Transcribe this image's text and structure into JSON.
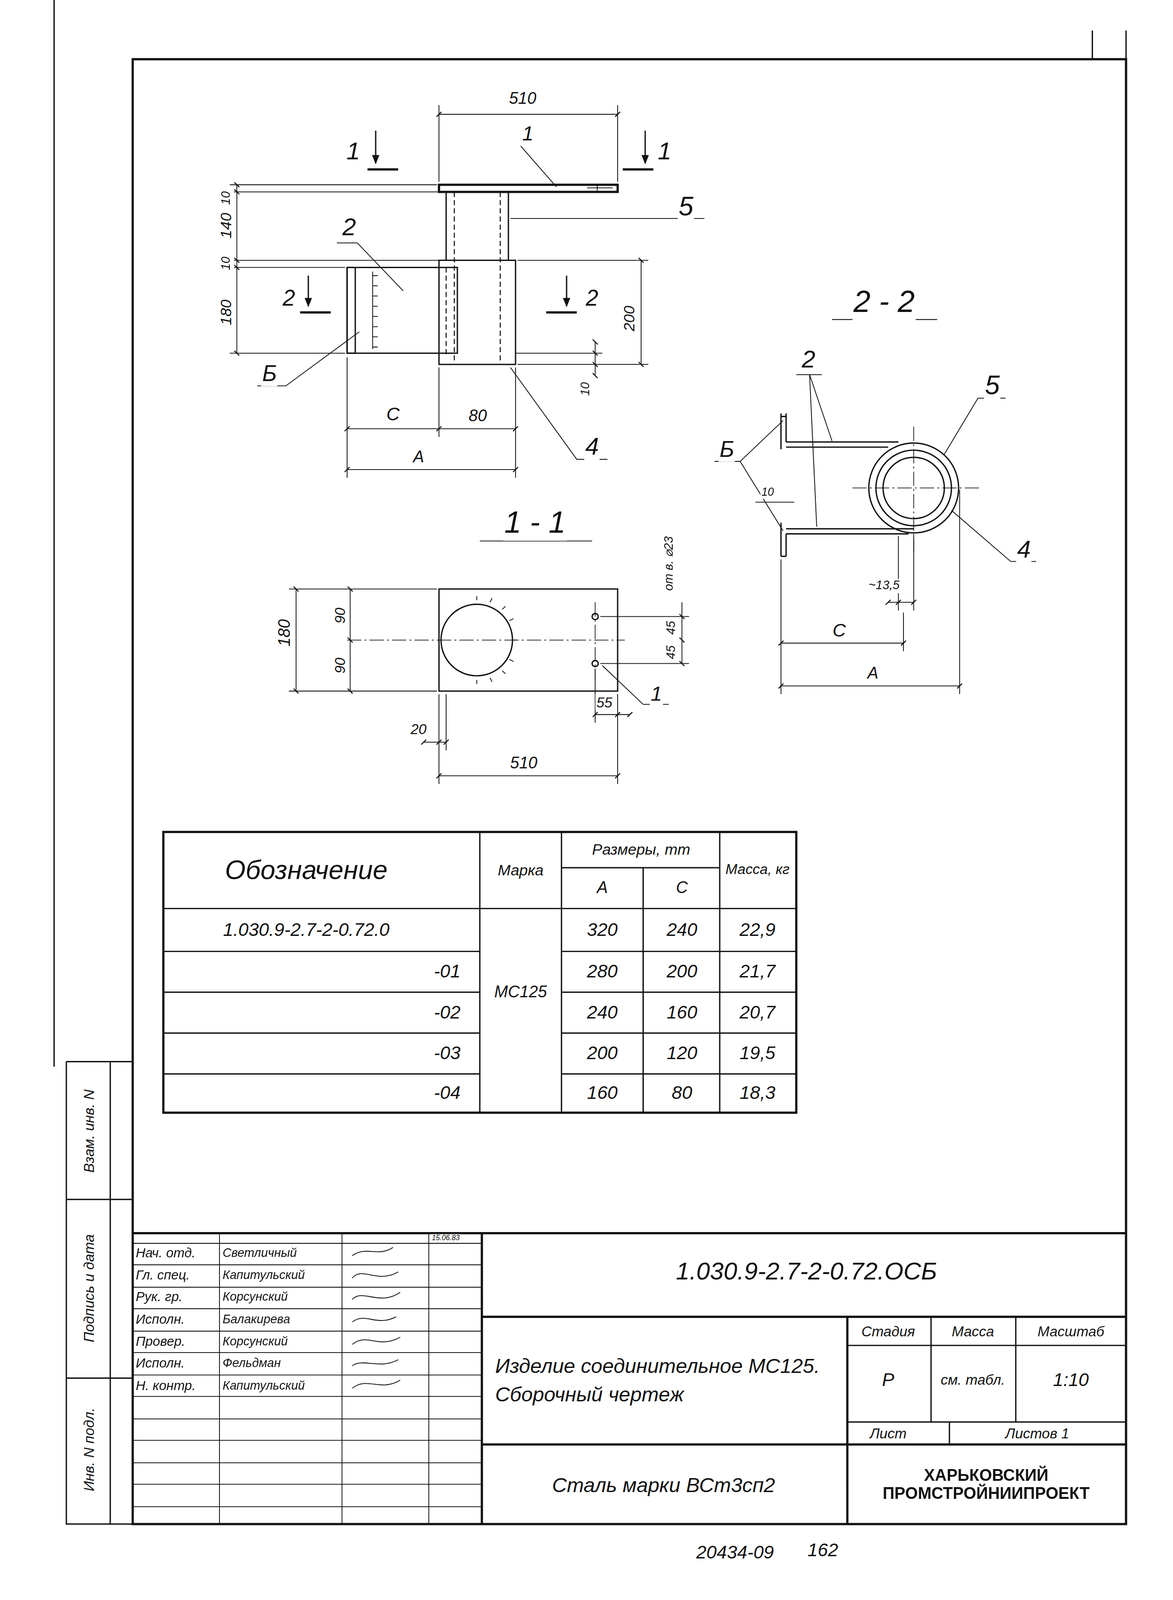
{
  "diagram": {
    "labels": [
      "510",
      "1",
      "1",
      "1",
      "5",
      "2",
      "10",
      "140",
      "10",
      "180",
      "2",
      "2",
      "200",
      "10",
      "Б",
      "С",
      "80",
      "А",
      "4",
      "1 - 1",
      "180",
      "90",
      "90",
      "от в. ⌀23",
      "45",
      "45",
      "1",
      "20",
      "55",
      "510",
      "2 - 2",
      "2",
      "5",
      "Б",
      "10",
      "4",
      "~13,5",
      "С",
      "А",
      "Обозначение",
      "Марка",
      "Размеры, mm",
      "Масса, кг",
      "А",
      "С",
      "1.030.9-2.7-2-0.72.0",
      "МС125",
      "320",
      "240",
      "22,9",
      "-01",
      "280",
      "200",
      "21,7",
      "-02",
      "240",
      "160",
      "20,7",
      "-03",
      "200",
      "120",
      "19,5",
      "-04",
      "160",
      "80",
      "18,3",
      "Взам. инв. N",
      "Подпись и дата",
      "Инв. N подл.",
      "Нач. отд.",
      "Светличный",
      "15.06.83",
      "Гл. спец.",
      "Капитульский",
      "Рук. гр.",
      "Корсунский",
      "Исполн.",
      "Балакирева",
      "Провер.",
      "Корсунский",
      "Исполн.",
      "Фельдман",
      "Н. контр.",
      "Капитульский",
      "1.030.9-2.7-2-0.72.ОСБ",
      "Изделие соединительное МС125. Сборочный чертеж",
      "Стадия",
      "Масса",
      "Масштаб",
      "Р",
      "см. табл.",
      "1:10",
      "Лист",
      "Листов 1",
      "Сталь марки ВСт3сп2",
      "ХАРЬКОВСКИЙ ПРОМСТРОЙНИИПРОЕКТ",
      "20434-09",
      "162"
    ]
  }
}
